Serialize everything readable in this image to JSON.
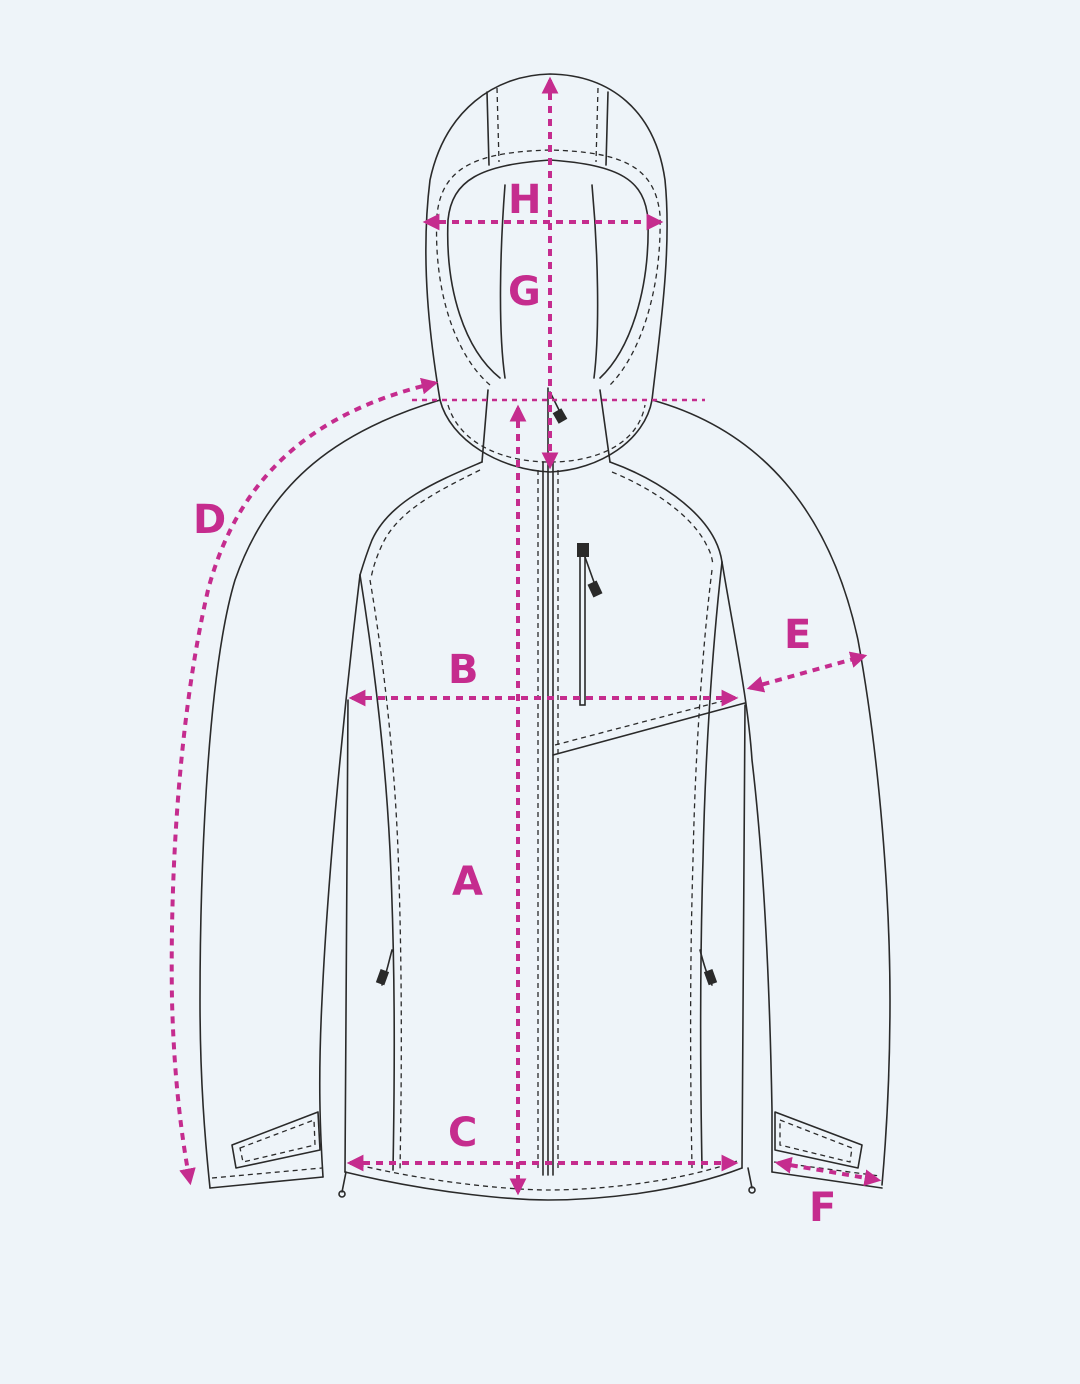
{
  "colors": {
    "background": "#eef4f9",
    "accent": "#c52c8e",
    "line": "#2a2a2a"
  },
  "measurements": [
    {
      "id": "A",
      "label": "A"
    },
    {
      "id": "B",
      "label": "B"
    },
    {
      "id": "C",
      "label": "C"
    },
    {
      "id": "D",
      "label": "D"
    },
    {
      "id": "E",
      "label": "E"
    },
    {
      "id": "F",
      "label": "F"
    },
    {
      "id": "G",
      "label": "G"
    },
    {
      "id": "H",
      "label": "H"
    }
  ]
}
